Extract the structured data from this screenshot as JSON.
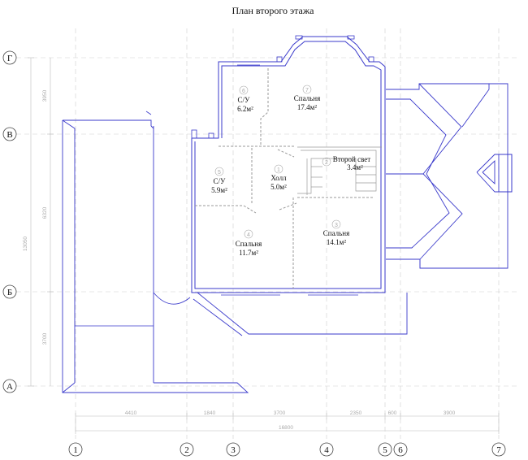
{
  "title": "План второго этажа",
  "rows": [
    {
      "label": "Г"
    },
    {
      "label": "В"
    },
    {
      "label": "Б"
    },
    {
      "label": "А"
    }
  ],
  "cols": [
    {
      "label": "1"
    },
    {
      "label": "2"
    },
    {
      "label": "3"
    },
    {
      "label": "4"
    },
    {
      "label": "5"
    },
    {
      "label": "6"
    },
    {
      "label": "7"
    }
  ],
  "dims_bottom": [
    "4410",
    "1840",
    "3700",
    "2350",
    "600",
    "3900"
  ],
  "dim_total": "16800",
  "dims_left": [
    "3950",
    "6320",
    "13050",
    "3700"
  ],
  "rooms": [
    {
      "num": "6",
      "name": "С/У",
      "area": "6.2м²"
    },
    {
      "num": "7",
      "name": "Спальня",
      "area": "17.4м²"
    },
    {
      "num": "1",
      "name": "Холл",
      "area": "5.0м²"
    },
    {
      "num": "2",
      "name": "Второй свет",
      "area": "3.4м²"
    },
    {
      "num": "5",
      "name": "С/У",
      "area": "5.9м²"
    },
    {
      "num": "4",
      "name": "Спальня",
      "area": "11.7м²"
    },
    {
      "num": "3",
      "name": "Спальня",
      "area": "14.1м²"
    }
  ]
}
